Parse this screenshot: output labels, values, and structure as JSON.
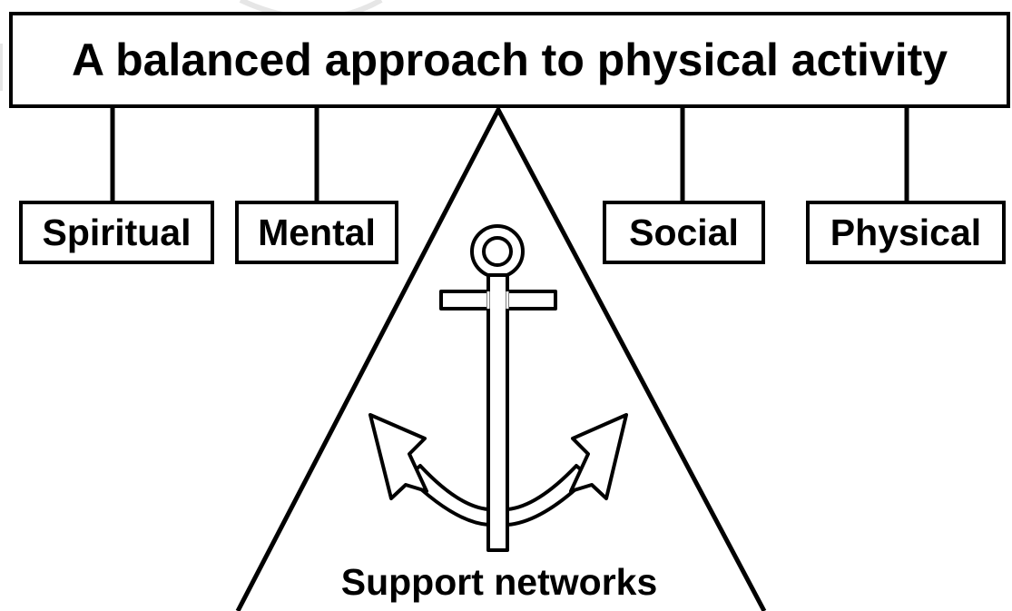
{
  "title": "A balanced approach to physical activity",
  "pillars": [
    {
      "label": "Spiritual"
    },
    {
      "label": "Mental"
    },
    {
      "label": "Social"
    },
    {
      "label": "Physical"
    }
  ],
  "anchor": {
    "icon": "anchor-icon"
  },
  "base_label": "Support networks",
  "colors": {
    "stroke": "#000000",
    "background": "#ffffff"
  }
}
